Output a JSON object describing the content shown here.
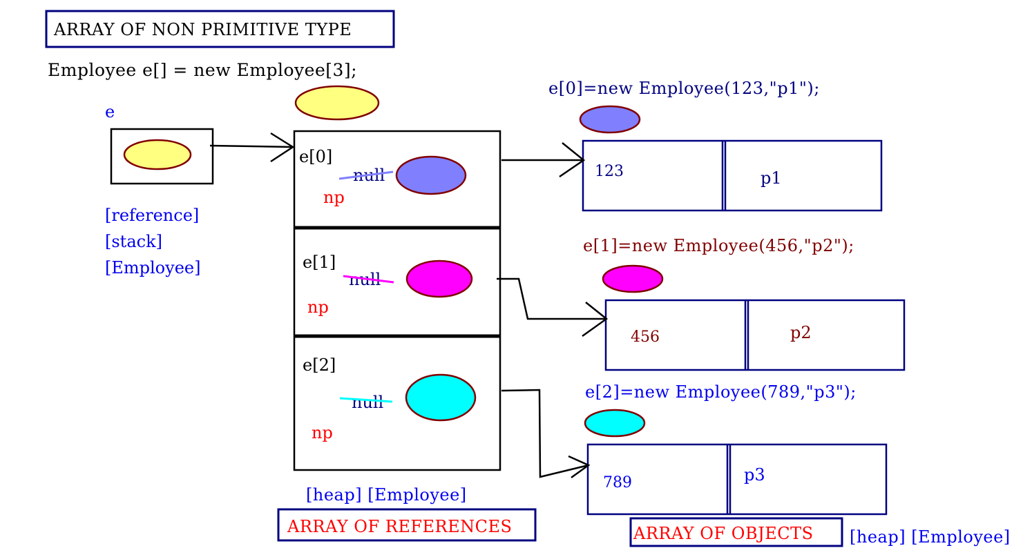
{
  "title": "ARRAY OF NON PRIMITIVE TYPE",
  "declaration": "Employee e[] = new Employee[3];",
  "reference": {
    "var_name": "e",
    "labels": [
      "[reference]",
      "[stack]",
      "[Employee]"
    ]
  },
  "array": {
    "slots": [
      {
        "index_label": "e[0]",
        "null_text": "null",
        "np_text": "np"
      },
      {
        "index_label": "e[1]",
        "null_text": "null",
        "np_text": "np"
      },
      {
        "index_label": "e[2]",
        "null_text": "null",
        "np_text": "np"
      }
    ],
    "caption": "[heap] [Employee]",
    "box_label": "ARRAY OF REFERENCES"
  },
  "objects": [
    {
      "statement": "e[0]=new Employee(123,\"p1\");",
      "id_value": "123",
      "name_value": "p1"
    },
    {
      "statement": "e[1]=new Employee(456,\"p2\");",
      "id_value": "456",
      "name_value": "p2"
    },
    {
      "statement": "e[2]=new Employee(789,\"p3\");",
      "id_value": "789",
      "name_value": "p3"
    }
  ],
  "objects_box_label": "ARRAY OF OBJECTS",
  "objects_caption": "[heap] [Employee]",
  "colors": {
    "navy": "#000080",
    "blue_text": "#0000ee",
    "red_text": "#ff0000",
    "maroon": "#800000",
    "yellow_oval": "#ffff80",
    "slot0_oval": "#8080ff",
    "slot1_oval": "#ff00ff",
    "slot2_oval": "#00ffff"
  }
}
